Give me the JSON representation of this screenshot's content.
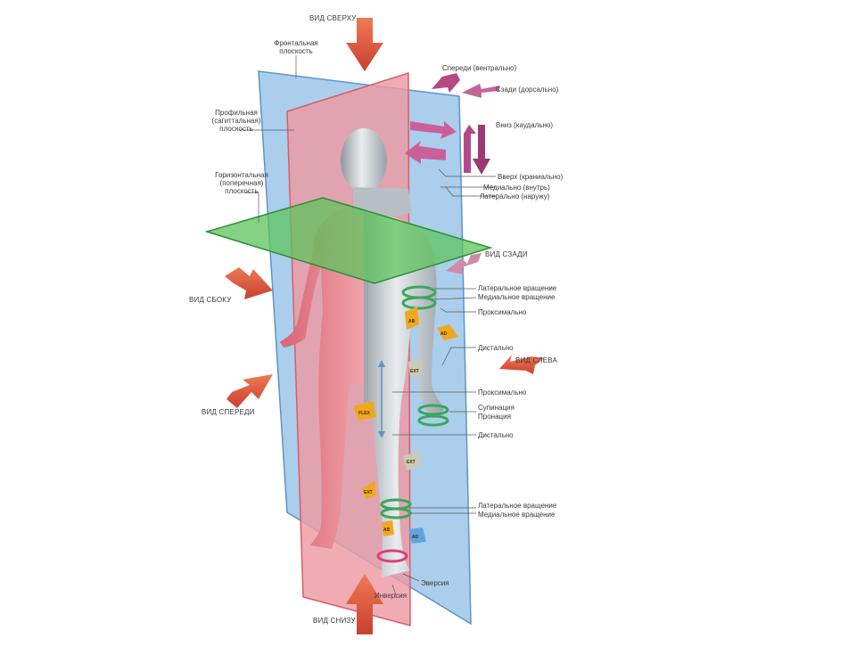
{
  "views": {
    "top": "ВИД СВЕРХУ",
    "bottom": "ВИД СНИЗУ",
    "side": "ВИД СБОКУ",
    "front": "ВИД СПЕРЕДИ",
    "back": "ВИД СЗАДИ",
    "left": "ВИД СЛЕВА"
  },
  "planes": {
    "frontal": [
      "Фронтальная",
      "плоскость"
    ],
    "sagittal": [
      "Профильная",
      "(сагиттальная)",
      "плоскость"
    ],
    "horizontal": [
      "Горизонтальная",
      "(поперечная)",
      "плоскость"
    ]
  },
  "directions": {
    "anterior": "Спереди (вентрально)",
    "posterior": "Сзади (дорсально)",
    "inferior": "Вниз (каудально)",
    "superior": "Вверх (краниально)",
    "medial": "Медиально (внутрь)",
    "lateral": "Латерально (наружу)"
  },
  "movements": {
    "pos_rotation": "Латеральное вращение",
    "neg_rotation": "Медиальное вращение",
    "proximal_top": "Проксимально",
    "distal_top": "Дистально",
    "proximal": "Проксимально",
    "supination": "Супинация",
    "pronation": "Пронация",
    "distal": "Дистально",
    "lat_rotation": "Латеральное вращение",
    "med_rotation": "Медиальное вращение",
    "eversion": "Эверсия",
    "inversion": "Инверсия"
  },
  "arrow_tags": {
    "ab": "AB",
    "ad": "AD",
    "flex": "FLEX",
    "ext": "EXT"
  },
  "colors": {
    "frontal_plane": "#7fb1dd",
    "sagittal_plane": "#e58a92",
    "horizontal_plane": "#5cc05a",
    "view_arrow": "#d9483b",
    "direction_arrow": "#b9417f",
    "movement_tag": "#f0a81c",
    "rotation_ring": "#3aa85a"
  }
}
